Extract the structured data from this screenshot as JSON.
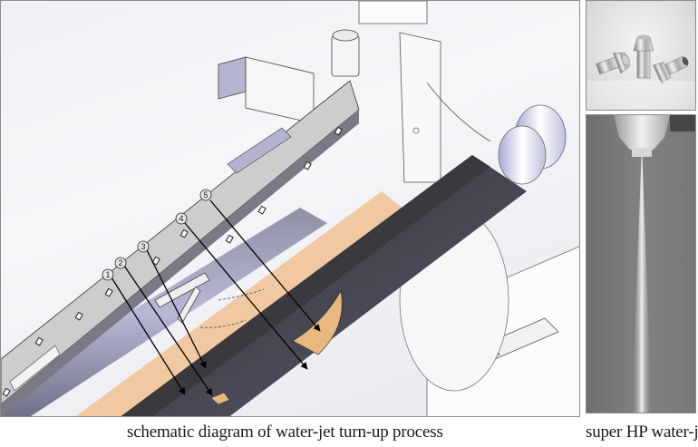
{
  "figure": {
    "main_caption": "schematic diagram of water-jet turn-up process",
    "side_caption": "super HP water-jet",
    "callouts": [
      {
        "label": "1"
      },
      {
        "label": "2"
      },
      {
        "label": "3"
      },
      {
        "label": "4"
      },
      {
        "label": "5"
      }
    ],
    "colors": {
      "paper_web": "#f0c9a2",
      "reel_spool": "#4a4a55",
      "frame": "#c9c6c6",
      "background": "#eef0f4",
      "water_jet_bg": "#7b7b7b"
    }
  }
}
